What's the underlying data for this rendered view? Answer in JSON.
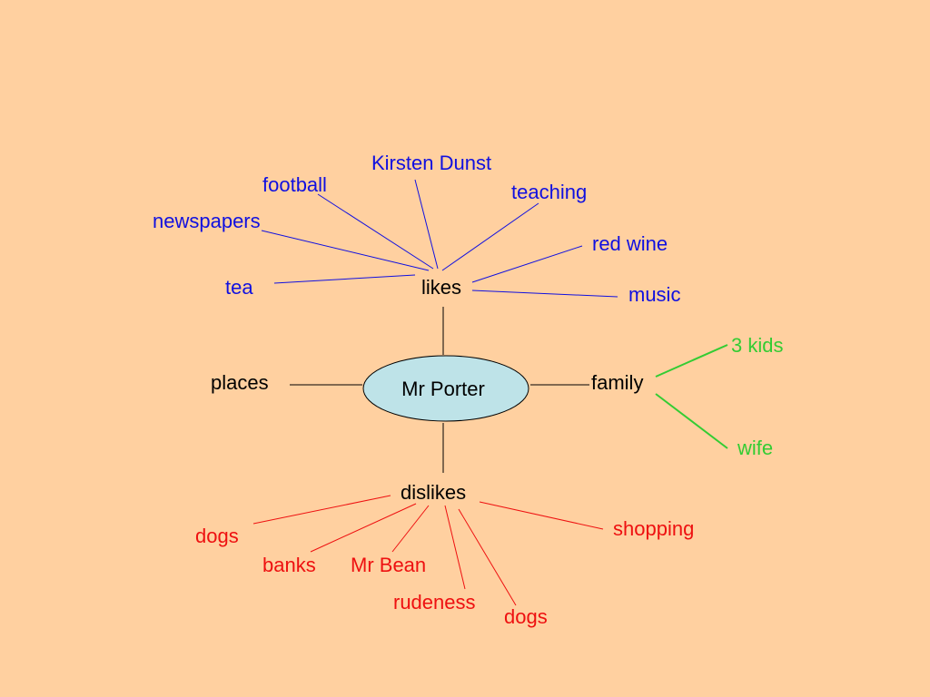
{
  "colors": {
    "background": "#FFD0A0",
    "likes": "#1010E0",
    "dislikes": "#EE1010",
    "family": "#33CC33",
    "neutral": "#000000",
    "ellipse_fill": "#BEE3E8"
  },
  "center": {
    "label": "Mr Porter"
  },
  "branches": {
    "likes": {
      "label": "likes",
      "items": [
        "Kirsten Dunst",
        "football",
        "teaching",
        "newspapers",
        "red wine",
        "tea",
        "music"
      ]
    },
    "dislikes": {
      "label": "dislikes",
      "items": [
        "dogs",
        "banks",
        "Mr Bean",
        "rudeness",
        "dogs",
        "shopping"
      ]
    },
    "family": {
      "label": "family",
      "items": [
        "3 kids",
        "wife"
      ]
    },
    "places": {
      "label": "places",
      "items": []
    }
  }
}
